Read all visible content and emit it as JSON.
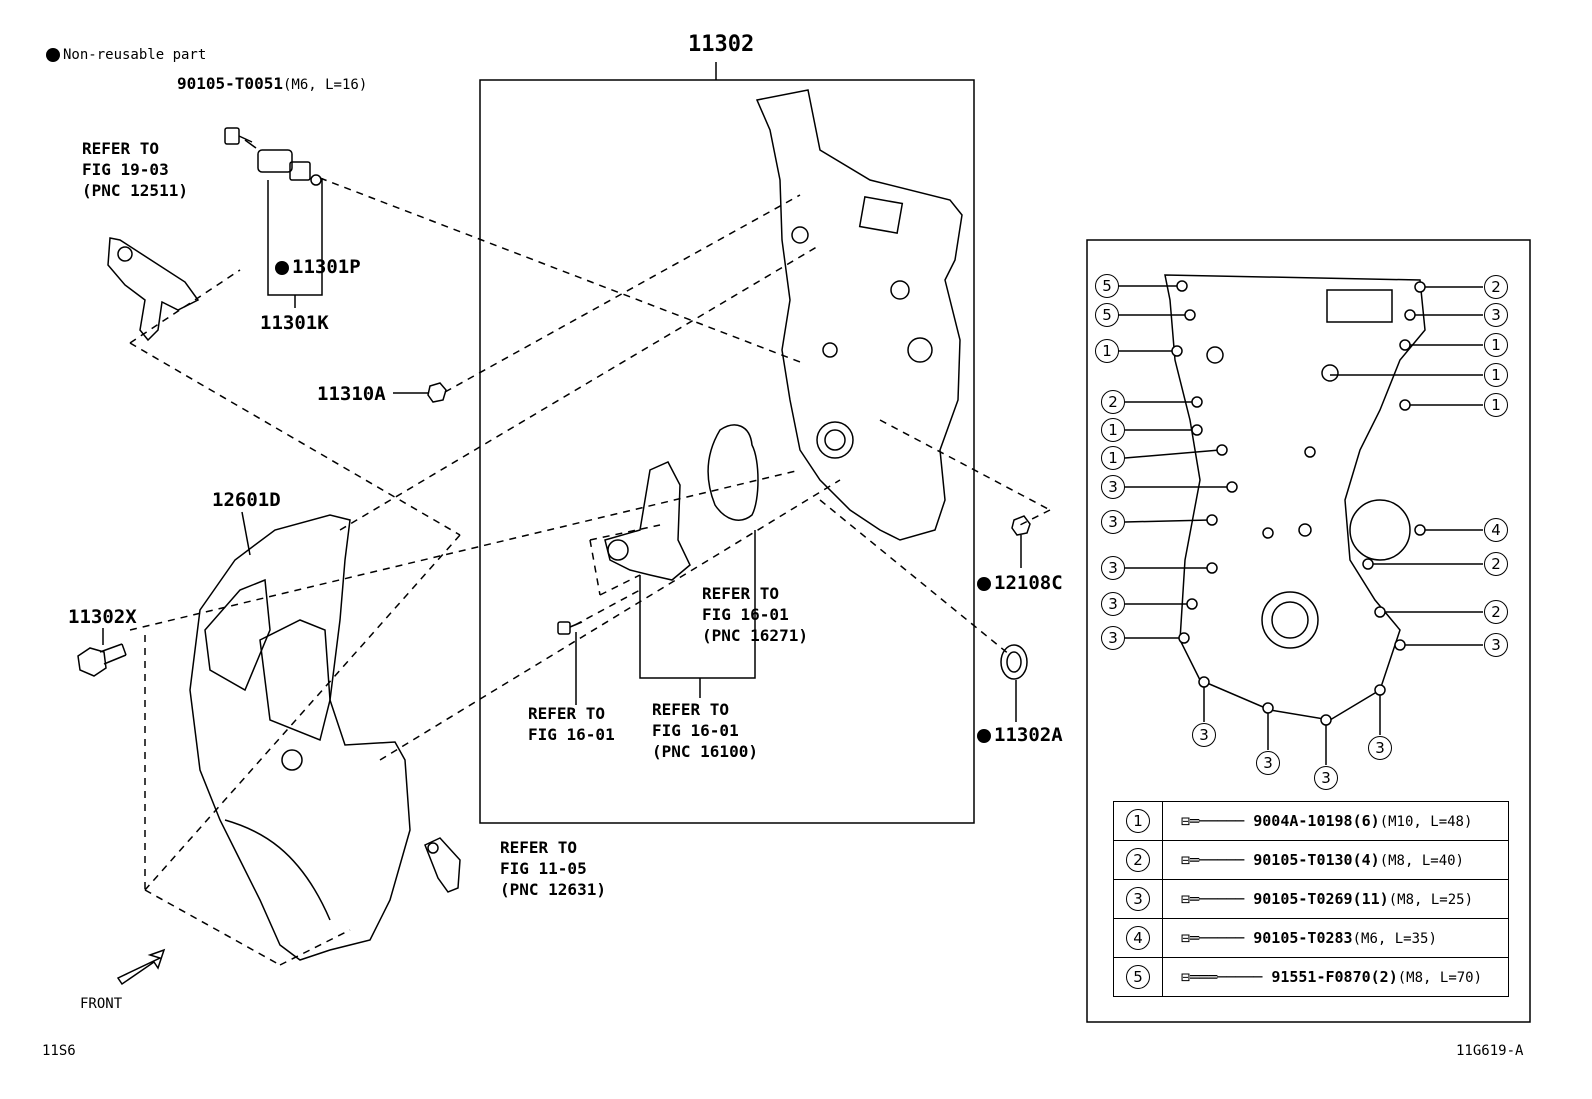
{
  "legend": {
    "text": "Non-reusable part"
  },
  "diagram_code": "11G619-A",
  "page_code": "11S6",
  "front_label": "FRONT",
  "parts": {
    "p11302": "11302",
    "p90105_T0051": "90105-T0051",
    "p90105_T0051_spec": "(M6, L=16)",
    "p11301P": "11301P",
    "p11301K": "11301K",
    "p11310A": "11310A",
    "p12601D": "12601D",
    "p11302X": "11302X",
    "p12108C": "12108C",
    "p11302A": "11302A"
  },
  "refs": {
    "r1": "REFER TO\nFIG 19-03\n(PNC 12511)",
    "r2": "REFER TO\nFIG 16-01\n(PNC 16271)",
    "r3": "REFER TO\nFIG 16-01",
    "r4": "REFER TO\nFIG 16-01\n(PNC 16100)",
    "r5": "REFER TO\nFIG 11-05\n(PNC 12631)"
  },
  "callouts_left": [
    "5",
    "5",
    "1",
    "2",
    "1",
    "1",
    "3",
    "3",
    "3",
    "3",
    "3"
  ],
  "callouts_right": [
    "2",
    "3",
    "1",
    "1",
    "1",
    "4",
    "2",
    "2",
    "3"
  ],
  "callouts_bottom": [
    "3",
    "3",
    "3",
    "3"
  ],
  "bolt_table": [
    {
      "num": "1",
      "part": "9004A-10198(6)",
      "spec": "(M10, L=48)"
    },
    {
      "num": "2",
      "part": "90105-T0130(4)",
      "spec": "(M8, L=40)"
    },
    {
      "num": "3",
      "part": "90105-T0269(11)",
      "spec": "(M8, L=25)"
    },
    {
      "num": "4",
      "part": "90105-T0283",
      "spec": "(M6, L=35)"
    },
    {
      "num": "5",
      "part": "91551-F0870(2)",
      "spec": "(M8, L=70)"
    }
  ]
}
